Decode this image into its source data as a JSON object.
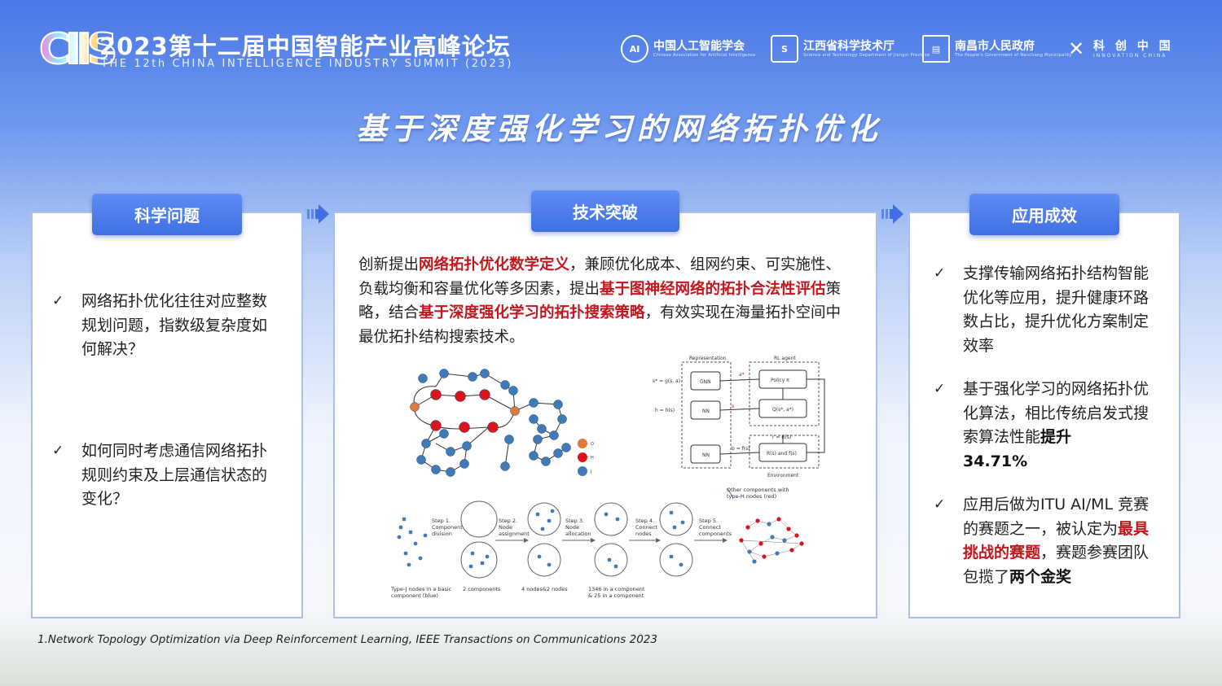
{
  "header": {
    "logo_text": "CIIS",
    "summit_title": "2023第十二届中国智能产业高峰论坛",
    "summit_subtitle": "THE 12th CHINA INTELLIGENCE INDUSTRY SUMMIT (2023)",
    "orgs": [
      {
        "name": "中国人工智能学会",
        "en": "Chinese Association for Artificial Intelligence",
        "icon": "caai-logo-icon"
      },
      {
        "name": "江西省科学技术厅",
        "en": "Science and Technology Department of Jiangxi Province",
        "icon": "jiangxi-sci-logo-icon"
      },
      {
        "name": "南昌市人民政府",
        "en": "The People's Government of Nanchang Municipality",
        "icon": "nanchang-gov-logo-icon"
      },
      {
        "name": "科 创 中 国",
        "en": "INNOVATION CHINA",
        "icon": "innovation-china-logo-icon"
      }
    ]
  },
  "title": "基于深度强化学习的网络拓扑优化",
  "left": {
    "tab": "科学问题",
    "bullets": [
      "网络拓扑优化往往对应整数规划问题，指数级复杂度如何解决？",
      "如何同时考虑通信网络拓扑规则约束及上层通信状态的变化？"
    ]
  },
  "middle": {
    "tab": "技术突破",
    "para": [
      {
        "t": "创新提出",
        "s": "normal"
      },
      {
        "t": "网络拓扑优化数学定义",
        "s": "red"
      },
      {
        "t": "，兼顾优化成本、组网约束、可实施性、负载均衡和容量优化等多因素，提出",
        "s": "normal"
      },
      {
        "t": "基于图神经网络的拓扑合法性评估",
        "s": "red"
      },
      {
        "t": "策略，结合",
        "s": "normal"
      },
      {
        "t": "基于深度强化学习的拓扑搜索策略",
        "s": "red"
      },
      {
        "t": "，有效实现在海量拓扑空间中最优拓扑结构搜索技术。",
        "s": "normal"
      }
    ],
    "legend": [
      "O",
      "H",
      "J"
    ],
    "diagram": {
      "representation": "Representation",
      "rl_agent": "RL agent",
      "gnn": "GNN",
      "nn1": "NN",
      "nn2": "NN",
      "policy": "Policy π",
      "q": "Q(s*, a*)",
      "reward": "R(s) and f(s)",
      "environment": "Environment",
      "s_star": "s* = g(s, a)",
      "a_star": "a*",
      "hs": "h = h(s)",
      "r_eq": "r = R(s)",
      "fs": "b = f(s)",
      "s_arrow": "s"
    },
    "steps": {
      "s1": "Step 1. Component division",
      "s2": "Step 2. Node assignment",
      "s3": "Step 3. Node allocation",
      "s4": "Step 4. Connect nodes",
      "s5": "Step 5. Connect components",
      "other": "Other components with type-H nodes (red)",
      "cap1": "Type-J nodes in a basic component (blue)",
      "cap2": "2 components",
      "cap3": "4 nodes&2 nodes",
      "cap4a": "1346 in a component",
      "cap4b": "& 25 in a component"
    }
  },
  "right": {
    "tab": "应用成效",
    "b1": "支撑传输网络拓扑结构智能优化等应用，提升健康环路数占比，提升优化方案制定效率",
    "b2_a": "基于强化学习的网络拓扑优化算法，相比传统启发式搜索算法性能",
    "b2_b": "提升",
    "b2_c": "34.71%",
    "b3_a": "应用后做为ITU AI/ML 竞赛的赛题之一，被认定为",
    "b3_b": "最具挑战的赛题",
    "b3_c": "，赛题参赛团队包揽了",
    "b3_d": "两个金奖"
  },
  "footnote": "1.Network Topology Optimization via Deep Reinforcement Learning, IEEE Transactions on Communications 2023",
  "colors": {
    "accent": "#3f6fe2",
    "red": "#c4161c",
    "node_blue": "#3f7bb8",
    "node_red": "#d9141b",
    "node_orange": "#e07a3b"
  }
}
